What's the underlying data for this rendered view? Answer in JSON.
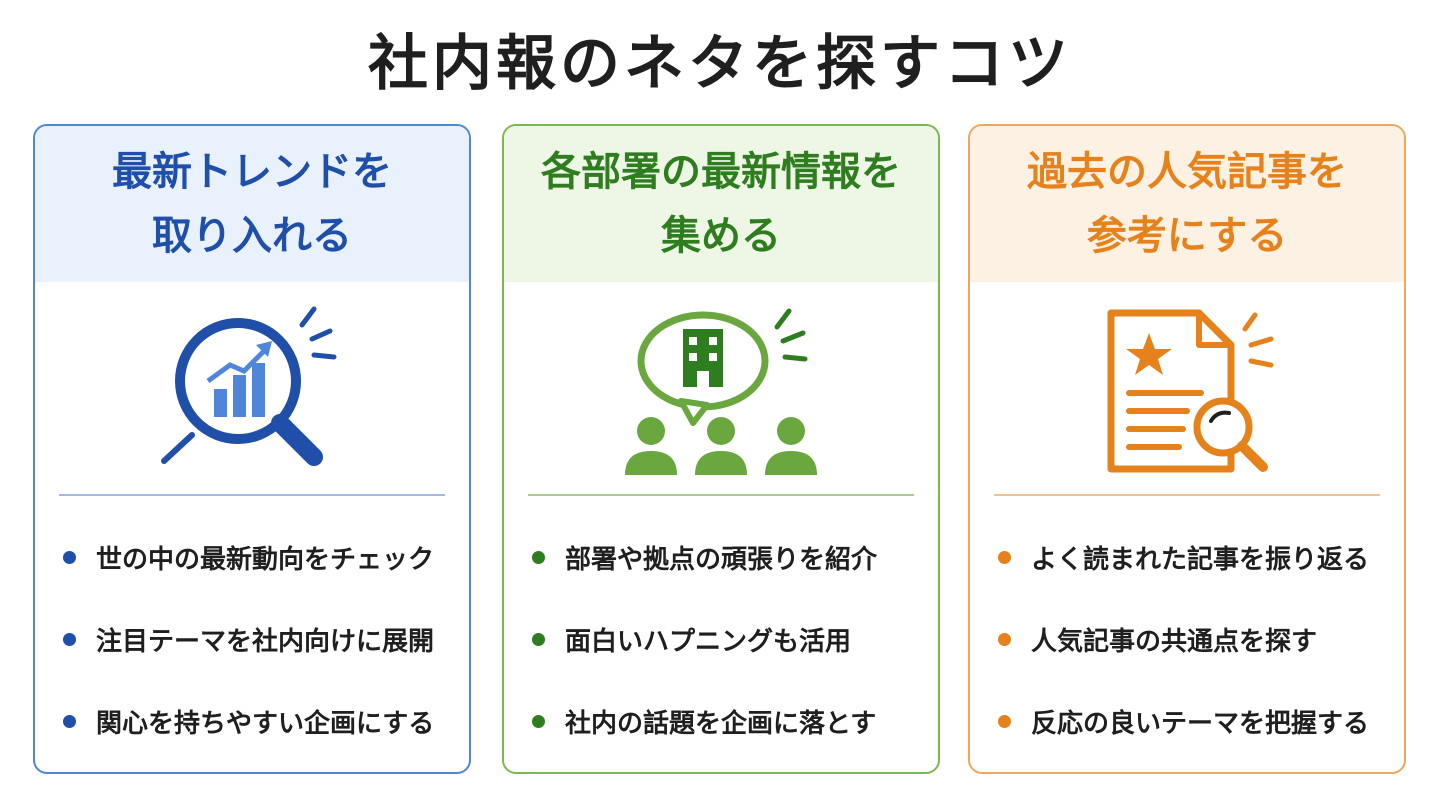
{
  "title": "社内報のネタを探すコツ",
  "cards": [
    {
      "heading": [
        "最新トレンドを",
        "取り入れる"
      ],
      "icon": "magnifier-chart-icon",
      "accent": "#1f4fa8",
      "head_bg": "#e9f2fc",
      "border": "#4f86d9",
      "divider": "#9cbbe6",
      "items": [
        "世の中の最新動向をチェック",
        "注目テーマを社内向けに展開",
        "関心を持ちやすい企画にする"
      ]
    },
    {
      "heading": [
        "各部署の最新情報を",
        "集める"
      ],
      "icon": "team-speech-building-icon",
      "accent": "#2e7d1f",
      "head_bg": "#eef6e6",
      "border": "#7cb850",
      "divider": "#a8cf8c",
      "items": [
        "部署や拠点の頑張りを紹介",
        "面白いハプニングも活用",
        "社内の話題を企画に落とす"
      ]
    },
    {
      "heading": [
        "過去の人気記事を",
        "参考にする"
      ],
      "icon": "document-star-search-icon",
      "accent": "#e6821c",
      "head_bg": "#fdf1e3",
      "border": "#f0a75a",
      "divider": "#f3c08a",
      "items": [
        "よく読まれた記事を振り返る",
        "人気記事の共通点を探す",
        "反応の良いテーマを把握する"
      ]
    }
  ]
}
